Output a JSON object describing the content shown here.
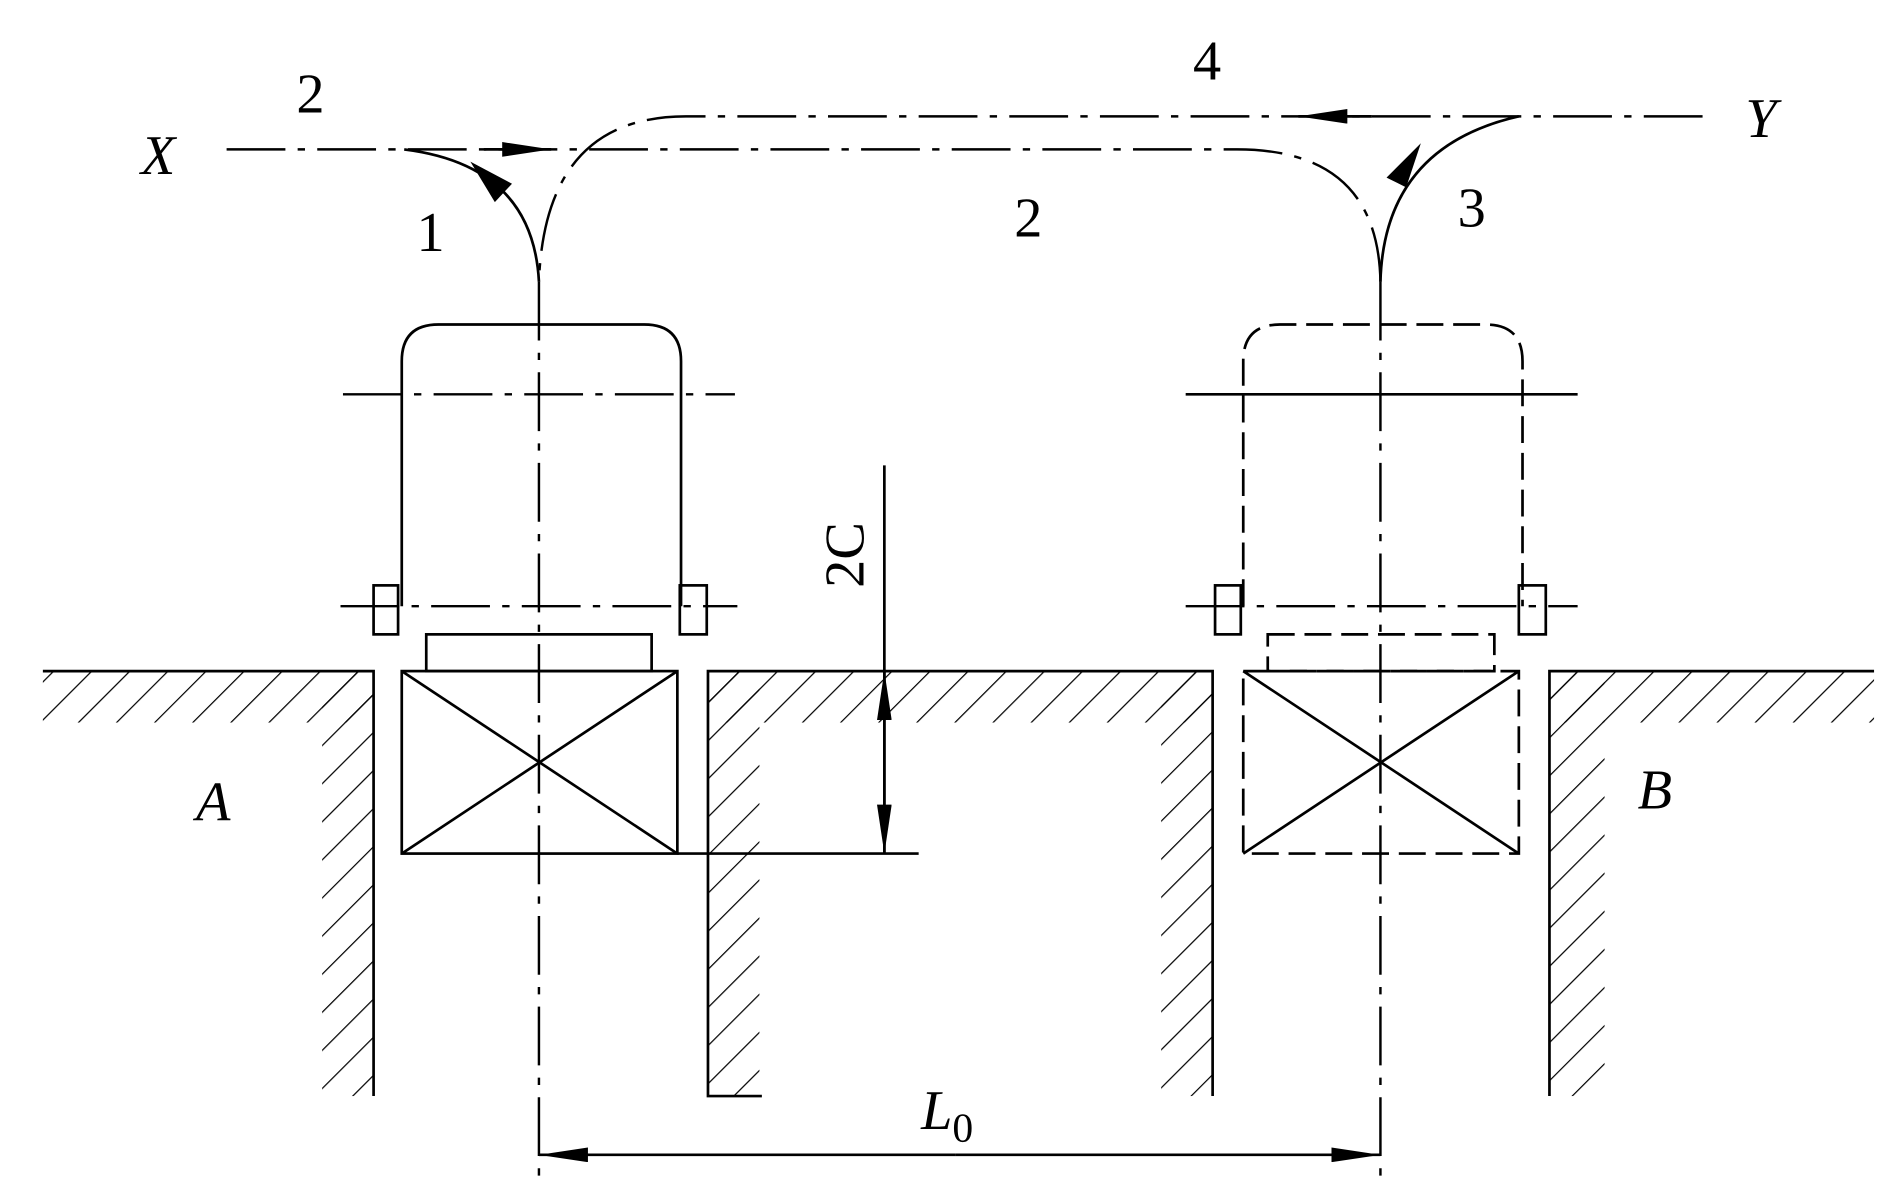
{
  "labels": {
    "x_axis": "X",
    "y_axis": "Y",
    "path_1": "1",
    "path_2_left": "2",
    "path_2_middle": "2",
    "path_3": "3",
    "path_4": "4",
    "clearance": "2C",
    "distance_main": "L",
    "distance_sub": "0",
    "station_a": "A",
    "station_b": "B"
  }
}
